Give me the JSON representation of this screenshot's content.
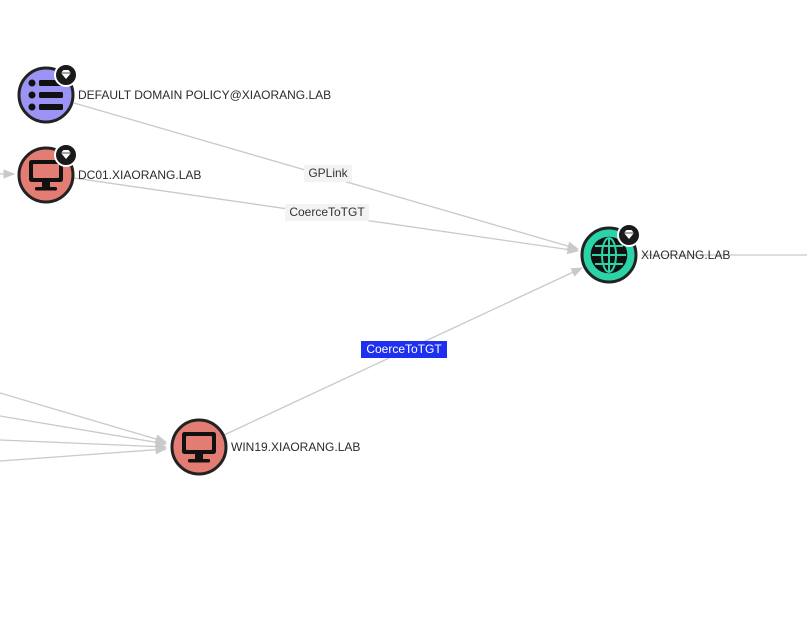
{
  "graph": {
    "colors": {
      "gpo": "#9b94f4",
      "computer": "#e37c72",
      "domain": "#2ad4a8",
      "edge": "#c9c9c9",
      "edge_selected": "#1f2ff0",
      "ring": "#222222"
    },
    "nodes": [
      {
        "id": "gpo",
        "label": "DEFAULT DOMAIN POLICY@XIAORANG.LAB",
        "type": "gpo",
        "icon": "list-icon",
        "highvalue": true
      },
      {
        "id": "dc01",
        "label": "DC01.XIAORANG.LAB",
        "type": "computer",
        "icon": "monitor-icon",
        "highvalue": true
      },
      {
        "id": "domain",
        "label": "XIAORANG.LAB",
        "type": "domain",
        "icon": "globe-icon",
        "highvalue": true
      },
      {
        "id": "win19",
        "label": "WIN19.XIAORANG.LAB",
        "type": "computer",
        "icon": "monitor-icon",
        "highvalue": false
      }
    ],
    "edges": [
      {
        "id": "e-gplink",
        "source": "gpo",
        "target": "domain",
        "label": "GPLink",
        "selected": false
      },
      {
        "id": "e-dc01-coerce",
        "source": "dc01",
        "target": "domain",
        "label": "CoerceToTGT",
        "selected": false
      },
      {
        "id": "e-win19-coerce",
        "source": "win19",
        "target": "domain",
        "label": "CoerceToTGT",
        "selected": true
      }
    ]
  }
}
